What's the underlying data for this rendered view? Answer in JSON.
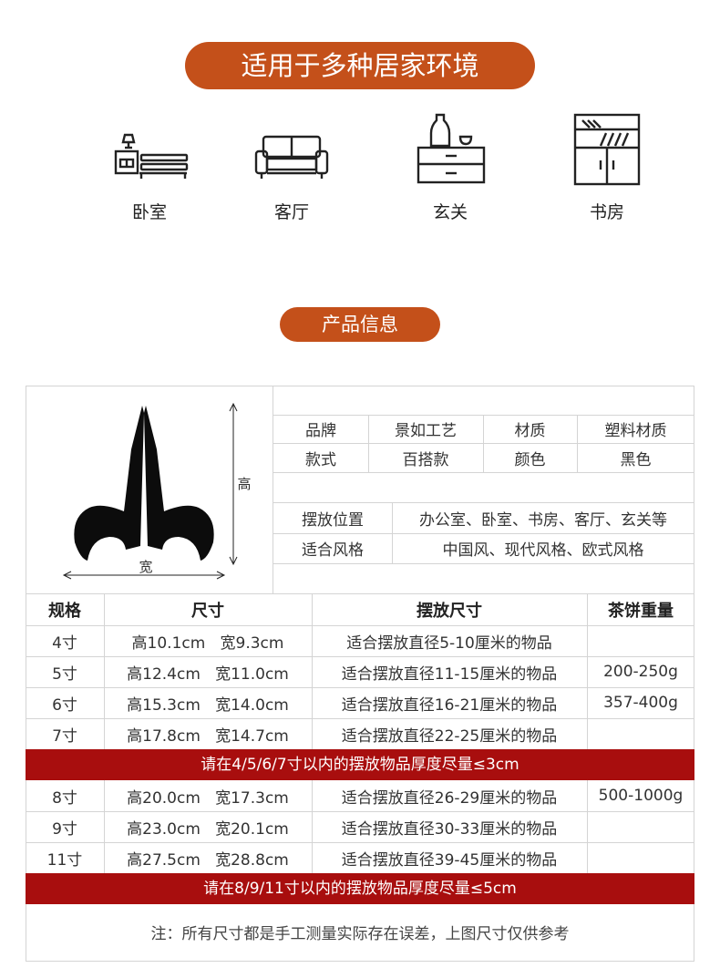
{
  "banner_title": "适用于多种居家环境",
  "rooms": [
    {
      "label": "卧室",
      "icon": "bedroom-icon"
    },
    {
      "label": "客厅",
      "icon": "sofa-icon"
    },
    {
      "label": "玄关",
      "icon": "entryway-cabinet-icon"
    },
    {
      "label": "书房",
      "icon": "bookcase-icon"
    }
  ],
  "info_title": "产品信息",
  "diagram": {
    "height_label": "高",
    "width_label": "宽"
  },
  "attributes": [
    {
      "k1": "品牌",
      "v1": "景如工艺",
      "k2": "材质",
      "v2": "塑料材质"
    },
    {
      "k1": "款式",
      "v1": "百搭款",
      "k2": "颜色",
      "v2": "黑色"
    }
  ],
  "usage": [
    {
      "key": "摆放位置",
      "value": "办公室、卧室、书房、客厅、玄关等"
    },
    {
      "key": "适合风格",
      "value": "中国风、现代风格、欧式风格"
    }
  ],
  "table": {
    "headers": [
      "规格",
      "尺寸",
      "摆放尺寸",
      "茶饼重量"
    ],
    "group1": [
      {
        "spec": "4寸",
        "size": "高10.1cm   宽9.3cm",
        "fit": "适合摆放直径5-10厘米的物品"
      },
      {
        "spec": "5寸",
        "size": "高12.4cm   宽11.0cm",
        "fit": "适合摆放直径11-15厘米的物品"
      },
      {
        "spec": "6寸",
        "size": "高15.3cm   宽14.0cm",
        "fit": "适合摆放直径16-21厘米的物品"
      },
      {
        "spec": "7寸",
        "size": "高17.8cm   宽14.7cm",
        "fit": "适合摆放直径22-25厘米的物品"
      }
    ],
    "weights1": [
      "200-250g",
      "357-400g"
    ],
    "notice1": "请在4/5/6/7寸以内的摆放物品厚度尽量≤3cm",
    "group2": [
      {
        "spec": "8寸",
        "size": "高20.0cm   宽17.3cm",
        "fit": "适合摆放直径26-29厘米的物品"
      },
      {
        "spec": "9寸",
        "size": "高23.0cm   宽20.1cm",
        "fit": "适合摆放直径30-33厘米的物品"
      },
      {
        "spec": "11寸",
        "size": "高27.5cm   宽28.8cm",
        "fit": "适合摆放直径39-45厘米的物品"
      }
    ],
    "weights2": [
      "500-1000g"
    ],
    "notice2": "请在8/9/11寸以内的摆放物品厚度尽量≤5cm"
  },
  "footnote": "注：所有尺寸都是手工测量实际存在误差，上图尺寸仅供参考",
  "colors": {
    "accent": "#c4501a",
    "notice_bar": "#a80e0e"
  }
}
